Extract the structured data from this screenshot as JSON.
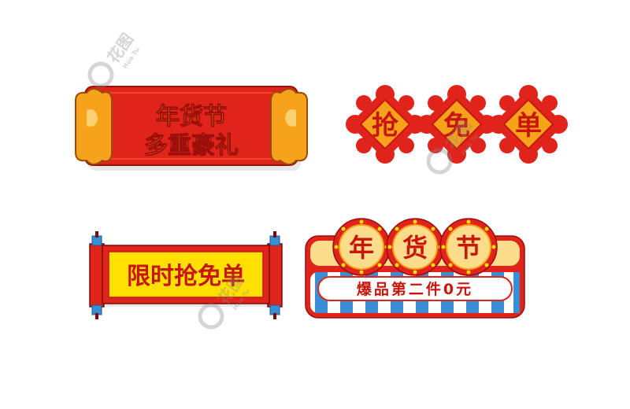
{
  "badges": {
    "top_left": {
      "line1": "年货节",
      "line2": "多重豪礼"
    },
    "top_right": {
      "chars": [
        "抢",
        "免",
        "单"
      ]
    },
    "bottom_left": {
      "text": "限时抢免单"
    },
    "bottom_right": {
      "chars": [
        "年",
        "货",
        "节"
      ],
      "subtitle": "爆品第二件0元"
    }
  },
  "watermark": {
    "brand": "花图",
    "brand_latin": "Hua Tu"
  },
  "colors": {
    "red": "#e0241b",
    "dark_red": "#b3120d",
    "yellow": "#ffe000",
    "orange": "#f7a21b",
    "cream": "#fbdc8a",
    "blue": "#3a8fd4",
    "text_red": "#c8160f"
  }
}
